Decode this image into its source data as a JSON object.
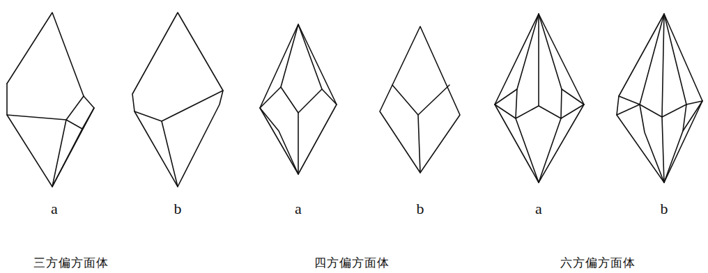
{
  "diagram": {
    "labels": [
      "a",
      "b",
      "a",
      "b",
      "a",
      "b",
      "三方偏方面体",
      "四方偏方面体",
      "六方偏方面体"
    ]
  }
}
